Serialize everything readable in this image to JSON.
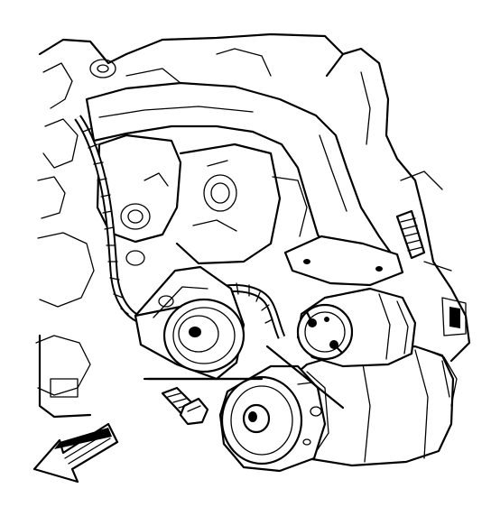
{
  "figure": {
    "subject": "starter-motor-removal-illustration",
    "parts": [
      {
        "id": "engine-block",
        "icon": "engine-block-icon"
      },
      {
        "id": "exhaust-pipe",
        "icon": "exhaust-pipe-icon"
      },
      {
        "id": "wiring-harness",
        "icon": "wiring-harness-icon"
      },
      {
        "id": "mounting-bracket",
        "icon": "bracket-icon"
      },
      {
        "id": "idler-pulley",
        "icon": "pulley-icon"
      },
      {
        "id": "starter-motor",
        "icon": "starter-motor-icon"
      },
      {
        "id": "starter-solenoid",
        "icon": "solenoid-icon"
      },
      {
        "id": "mounting-bolt",
        "icon": "bolt-icon"
      },
      {
        "id": "direction-arrow",
        "icon": "front-arrow-icon"
      }
    ],
    "colors": {
      "ink": "#000000",
      "paper": "#ffffff"
    }
  }
}
